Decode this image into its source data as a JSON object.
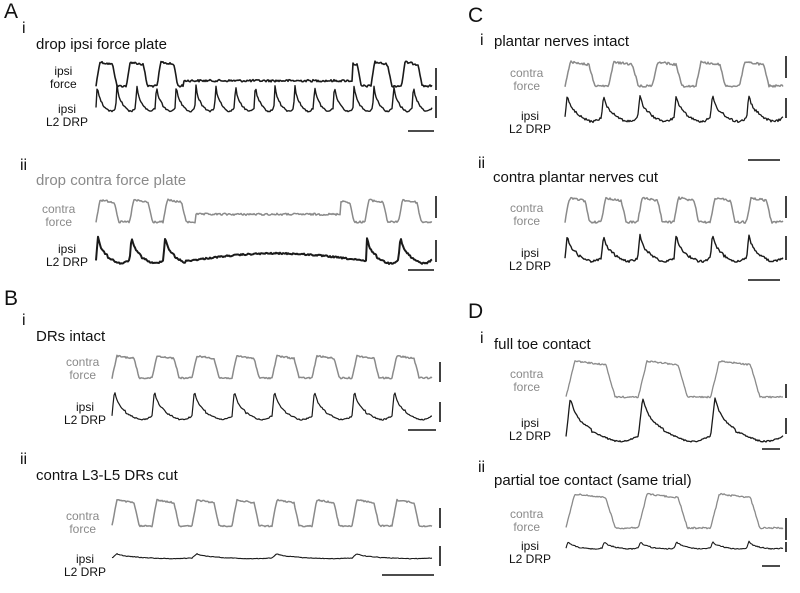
{
  "figure": {
    "panels": {
      "A": {
        "letter": "A",
        "i": {
          "numeral": "i",
          "title": "drop ipsi force plate",
          "trace1_label": [
            "ipsi",
            "force"
          ],
          "trace2_label": [
            "ipsi",
            "L2 DRP"
          ]
        },
        "ii": {
          "numeral": "ii",
          "title": "drop contra force plate",
          "trace1_label": [
            "contra",
            "force"
          ],
          "trace2_label": [
            "ipsi",
            "L2 DRP"
          ]
        }
      },
      "B": {
        "letter": "B",
        "i": {
          "numeral": "i",
          "title": "DRs intact",
          "trace1_label": [
            "contra",
            "force"
          ],
          "trace2_label": [
            "ipsi",
            "L2 DRP"
          ]
        },
        "ii": {
          "numeral": "ii",
          "title": "contra L3-L5 DRs cut",
          "trace1_label": [
            "contra",
            "force"
          ],
          "trace2_label": [
            "ipsi",
            "L2 DRP"
          ]
        }
      },
      "C": {
        "letter": "C",
        "i": {
          "numeral": "i",
          "title": "plantar nerves intact",
          "trace1_label": [
            "contra",
            "force"
          ],
          "trace2_label": [
            "ipsi",
            "L2 DRP"
          ]
        },
        "ii": {
          "numeral": "ii",
          "title": "contra plantar nerves cut",
          "trace1_label": [
            "contra",
            "force"
          ],
          "trace2_label": [
            "ipsi",
            "L2 DRP"
          ]
        }
      },
      "D": {
        "letter": "D",
        "i": {
          "numeral": "i",
          "title": "full toe contact",
          "trace1_label": [
            "contra",
            "force"
          ],
          "trace2_label": [
            "ipsi",
            "L2 DRP"
          ]
        },
        "ii": {
          "numeral": "ii",
          "title": "partial toe contact (same trial)",
          "trace1_label": [
            "contra",
            "force"
          ],
          "trace2_label": [
            "ipsi",
            "L2 DRP"
          ]
        }
      }
    },
    "colors": {
      "gray_trace": "#8a8a8a",
      "black_trace": "#1a1a1a",
      "gray_text": "#8a8a8a",
      "text": "#111111"
    }
  }
}
